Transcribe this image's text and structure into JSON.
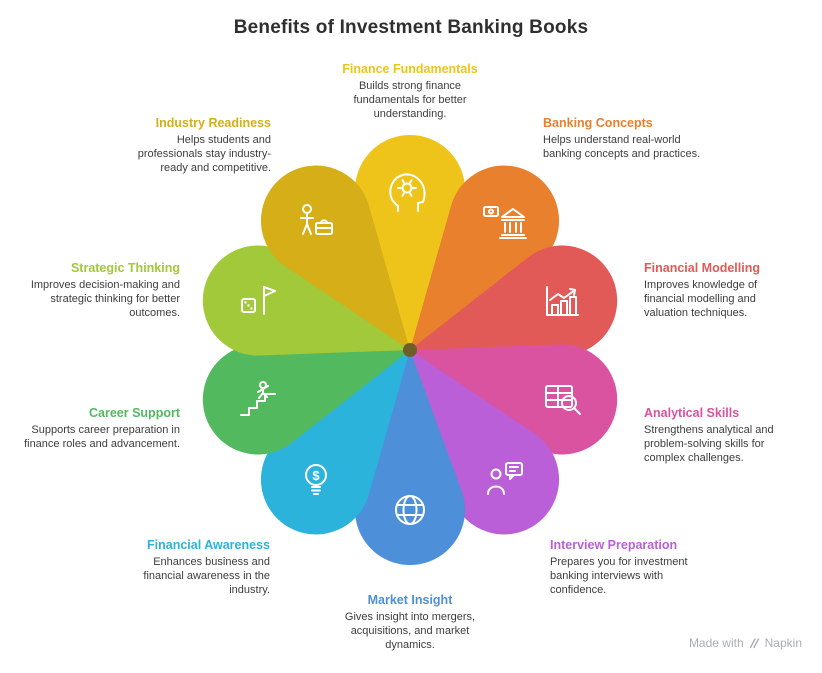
{
  "title": "Benefits of Investment Banking Books",
  "watermark": {
    "prefix": "Made with",
    "brand": "Napkin"
  },
  "center_color": "#6f5d2a",
  "glyphs": {
    "dollar": "$"
  },
  "items": [
    {
      "label": "Finance Fundamentals",
      "desc": "Builds strong finance fundamentals for better understanding.",
      "color": "#EEC41B",
      "icon": "head-gear"
    },
    {
      "label": "Banking Concepts",
      "desc": "Helps understand real-world banking concepts and practices.",
      "color": "#E8802D",
      "icon": "bank"
    },
    {
      "label": "Financial Modelling",
      "desc": "Improves knowledge of financial modelling and valuation techniques.",
      "color": "#E25A58",
      "icon": "growth-chart"
    },
    {
      "label": "Analytical Skills",
      "desc": "Strengthens analytical and problem-solving skills for complex challenges.",
      "color": "#DA53A0",
      "icon": "magnifier-table"
    },
    {
      "label": "Interview Preparation",
      "desc": "Prepares you for investment banking interviews with confidence.",
      "color": "#BA5FD8",
      "icon": "person-speech"
    },
    {
      "label": "Market Insight",
      "desc": "Gives insight into mergers, acquisitions, and market dynamics.",
      "color": "#4D8FD8",
      "icon": "globe"
    },
    {
      "label": "Financial Awareness",
      "desc": "Enhances business and financial awareness in the industry.",
      "color": "#2BB3DC",
      "icon": "bulb-dollar"
    },
    {
      "label": "Career Support",
      "desc": "Supports career preparation in finance roles and advancement.",
      "color": "#53B95F",
      "icon": "person-stairs"
    },
    {
      "label": "Strategic Thinking",
      "desc": "Improves decision-making and strategic thinking for better outcomes.",
      "color": "#A2C93A",
      "icon": "die-flag"
    },
    {
      "label": "Industry Readiness",
      "desc": "Helps students and professionals stay industry-ready and competitive.",
      "color": "#D5AE18",
      "icon": "person-briefcase"
    }
  ]
}
